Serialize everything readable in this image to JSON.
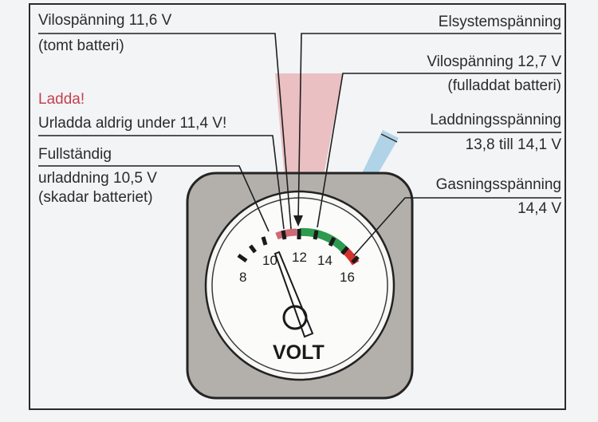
{
  "labels": {
    "idle_empty_title": "Vilospänning 11,6 V",
    "idle_empty_sub": "(tomt batteri)",
    "charge_warning": "Ladda!",
    "never_discharge": "Urladda aldrig under 11,4 V!",
    "full_discharge_title": "Fullständig",
    "full_discharge_value": "urladdning 10,5 V",
    "full_discharge_note": "(skadar batteriet)",
    "system_voltage": "Elsystemspänning",
    "idle_full_title": "Vilospänning 12,7 V",
    "idle_full_sub": "(fulladdat batteri)",
    "charging_title": "Laddningsspänning",
    "charging_range": "13,8 till 14,1 V",
    "gassing_title": "Gasningsspänning",
    "gassing_value": "14,4 V"
  },
  "gauge": {
    "unit": "VOLT",
    "scale_labels": [
      "8",
      "10",
      "12",
      "14",
      "16"
    ],
    "min": 8,
    "max": 16,
    "needle_value": 10.4
  },
  "colors": {
    "frame_text": "#2b2b2b",
    "warning_text": "#c2404f",
    "gauge_housing": "#b3b0ab",
    "pink_band": "#e8b6b8",
    "blue_band": "#a9cfe6",
    "green_zone": "#2c9b4f",
    "red_zone": "#d4332b"
  }
}
